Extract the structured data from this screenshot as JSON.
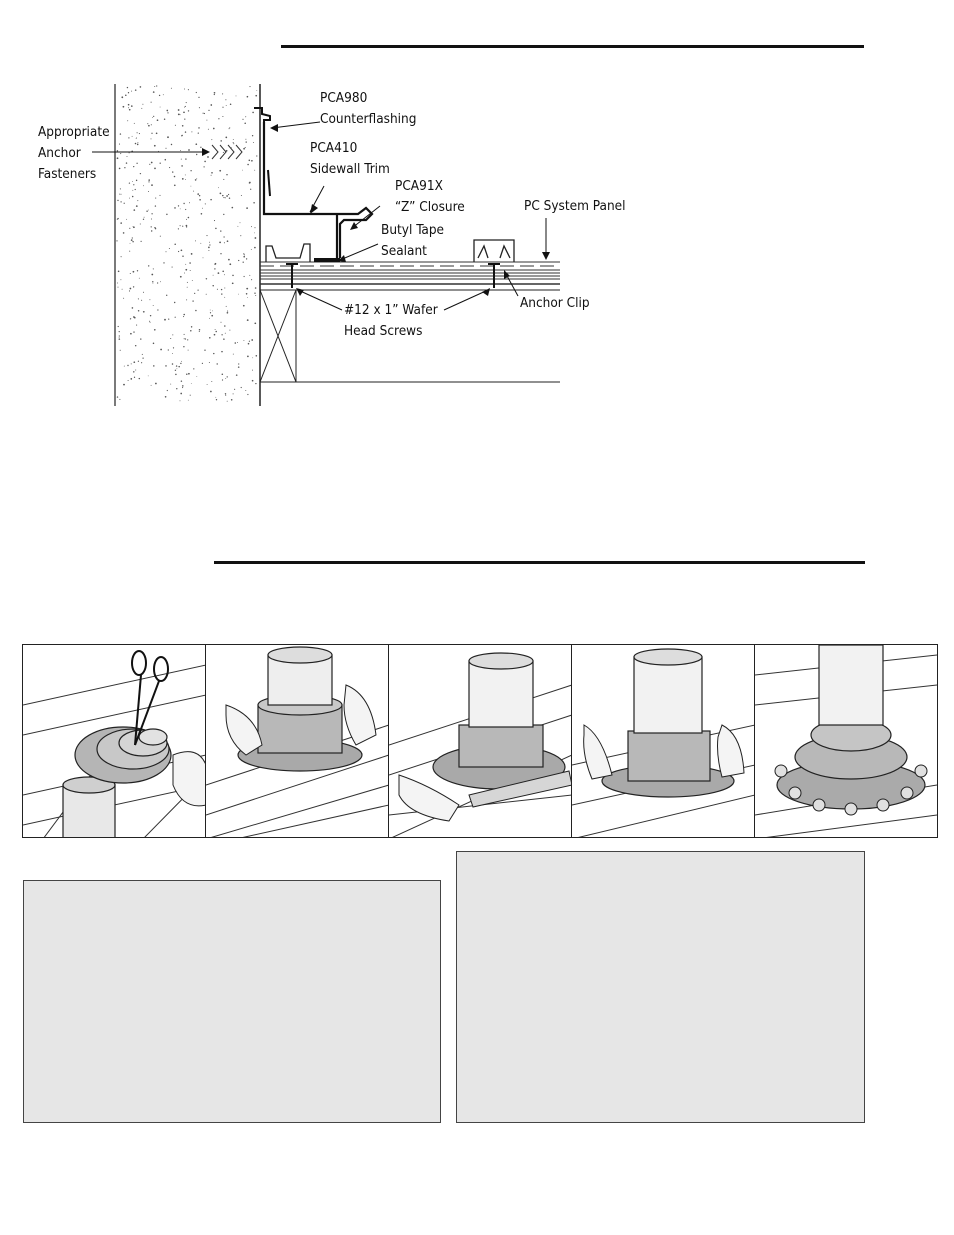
{
  "diagram": {
    "labels": {
      "counterflashing": "PCA980\nCounterflashing",
      "anchor_fasteners": "Appropriate\nAnchor\nFasteners",
      "sidewall_trim": "PCA410\nSidewall Trim",
      "z_closure": "PCA91X\n“Z” Closure",
      "system_panel": "PC System Panel",
      "butyl": "Butyl Tape\nSealant",
      "anchor_clip": "Anchor Clip",
      "screws": "#12 x 1” Wafer\nHead Screws"
    }
  },
  "install_steps": {
    "panels": [
      {
        "name": "cut-boot-with-scissors"
      },
      {
        "name": "slide-boot-over-pipe"
      },
      {
        "name": "apply-sealant-under-flange"
      },
      {
        "name": "press-flange-to-roof"
      },
      {
        "name": "fasten-flange-with-screws"
      }
    ]
  },
  "colors": {
    "rule": "#111111",
    "note_box_fill": "#e6e6e6",
    "line_art": "#222222"
  }
}
